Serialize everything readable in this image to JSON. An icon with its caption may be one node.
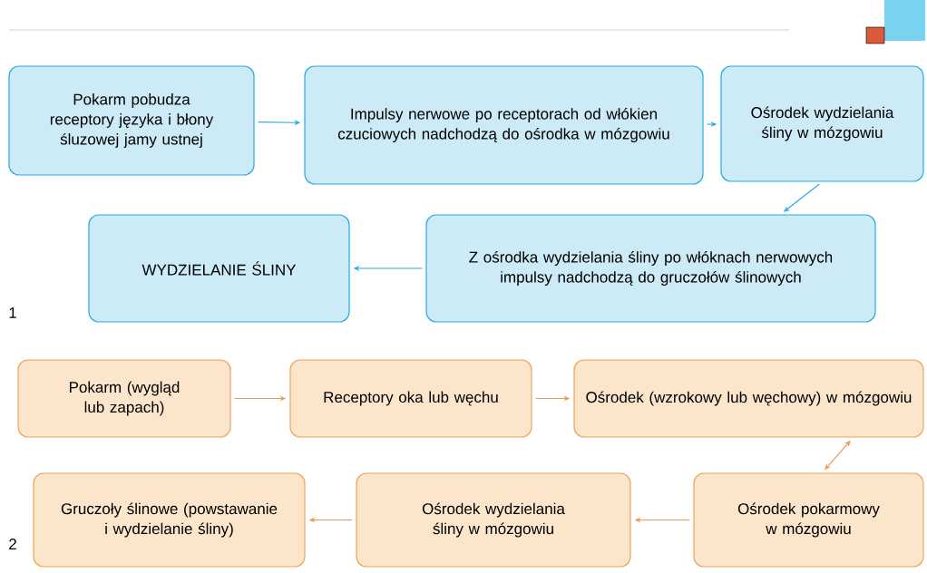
{
  "diagram": {
    "nodes": [
      {
        "text": [
          "Pokarm pobudza receptory języka i błony śluzowej jamy ustnej"
        ]
      },
      {
        "text": [
          "Impulsy nerwowe po receptorach od włókien czuciowych nadchodzą do ośrodka w mózgowiu"
        ]
      },
      {
        "text": [
          "Ośrodek wydzielania śliny w mózgowiu"
        ]
      },
      {
        "text": [
          "Z ośrodka wydzielania śliny po włóknach nerwowych impulsy nadchodzą do gruczołów ślinowych"
        ]
      },
      {
        "text": [
          "WYDZIELANIE ŚLINY"
        ]
      },
      {
        "text": [
          "Pokarm (wygląd lub zapach)"
        ]
      },
      {
        "text": [
          "Receptory oka lub węchu"
        ]
      },
      {
        "text": [
          "Ośrodek (wzrokowy lub węchowy) w mózgowiu"
        ]
      },
      {
        "text": [
          "Ośrodek pokarmowy w mózgowiu"
        ]
      },
      {
        "text": [
          "Ośrodek wydzielania śliny w mózgowiu"
        ]
      },
      {
        "text": [
          "Gruczoły ślinowe (powstawanie i wydzielanie śliny)"
        ]
      }
    ],
    "edges": [
      {
        "from": 0,
        "to": 1,
        "arrow": "to",
        "color": "#29abe2"
      },
      {
        "from": 1,
        "to": 2,
        "arrow": "to",
        "color": "#29abe2"
      },
      {
        "from": 2,
        "to": 3,
        "arrow": "to",
        "color": "#29abe2"
      },
      {
        "from": 3,
        "to": 4,
        "arrow": "to",
        "color": "#29abe2"
      },
      {
        "from": 5,
        "to": 6,
        "arrow": "to",
        "color": "#e39a5a"
      },
      {
        "from": 6,
        "to": 7,
        "arrow": "to",
        "color": "#e39a5a"
      },
      {
        "from": 7,
        "to": 8,
        "arrow": "both",
        "color": "#e39a5a"
      },
      {
        "from": 8,
        "to": 9,
        "arrow": "to",
        "color": "#e39a5a"
      },
      {
        "from": 9,
        "to": 10,
        "arrow": "to",
        "color": "#e39a5a"
      }
    ],
    "labels": [
      "1",
      "2"
    ]
  }
}
